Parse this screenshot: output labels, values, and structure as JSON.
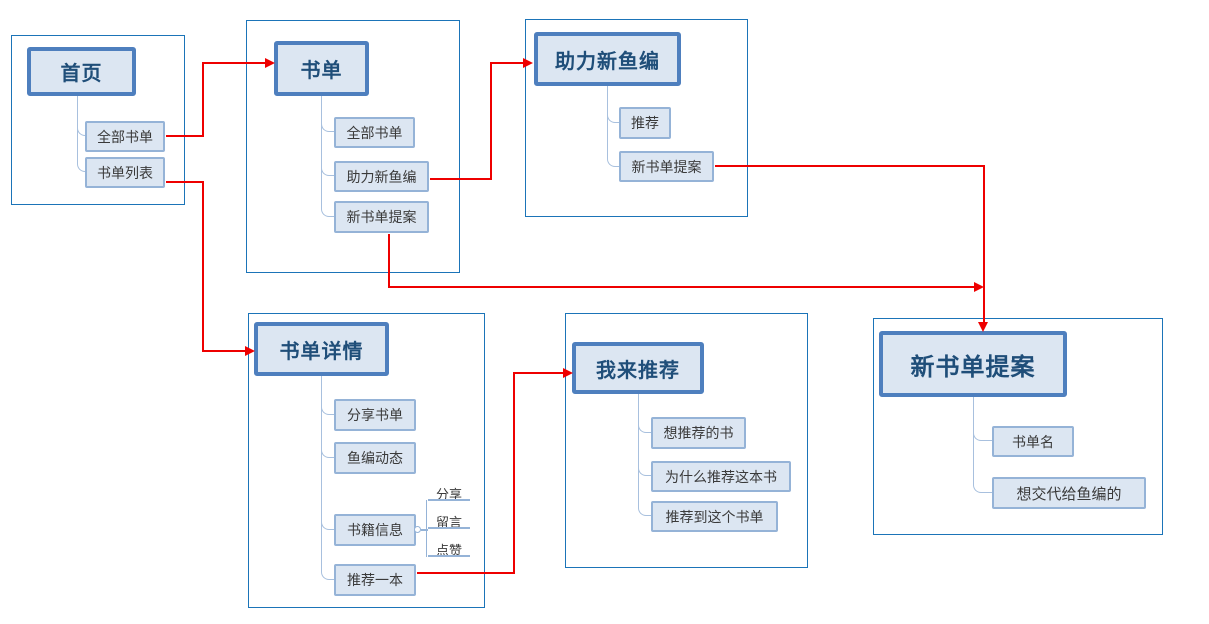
{
  "diagram": {
    "groups": [
      {
        "title": "首页",
        "children": [
          {
            "label": "全部书单"
          },
          {
            "label": "书单列表"
          }
        ]
      },
      {
        "title": "书单",
        "children": [
          {
            "label": "全部书单"
          },
          {
            "label": "助力新鱼编"
          },
          {
            "label": "新书单提案"
          }
        ]
      },
      {
        "title": "助力新鱼编",
        "children": [
          {
            "label": "推荐"
          },
          {
            "label": "新书单提案"
          }
        ]
      },
      {
        "title": "书单详情",
        "children": [
          {
            "label": "分享书单"
          },
          {
            "label": "鱼编动态"
          },
          {
            "label": "书籍信息",
            "subitems": [
              {
                "label": "分享"
              },
              {
                "label": "留言"
              },
              {
                "label": "点赞"
              }
            ]
          },
          {
            "label": "推荐一本"
          }
        ]
      },
      {
        "title": "我来推荐",
        "children": [
          {
            "label": "想推荐的书"
          },
          {
            "label": "为什么推荐这本书"
          },
          {
            "label": "推荐到这个书单"
          }
        ]
      },
      {
        "title": "新书单提案",
        "children": [
          {
            "label": "书单名"
          },
          {
            "label": "想交代给鱼编的"
          }
        ]
      }
    ],
    "connections": [
      {
        "from": "首页 / 全部书单",
        "to": "书单"
      },
      {
        "from": "首页 / 书单列表",
        "to": "书单详情"
      },
      {
        "from": "书单 / 助力新鱼编",
        "to": "助力新鱼编"
      },
      {
        "from": "书单 / 新书单提案",
        "to": "新书单提案"
      },
      {
        "from": "助力新鱼编 / 新书单提案",
        "to": "新书单提案"
      },
      {
        "from": "书单详情 / 推荐一本",
        "to": "我来推荐"
      }
    ],
    "colors": {
      "container_border": "#1b74b8",
      "main_node_border": "#4e7fbe",
      "node_fill": "#dce6f2",
      "child_node_border": "#95b3d7",
      "main_text": "#1f4e79",
      "child_text": "#3a3a3a",
      "tree_connector": "#a8c0de",
      "arrow": "#ee0000"
    }
  }
}
